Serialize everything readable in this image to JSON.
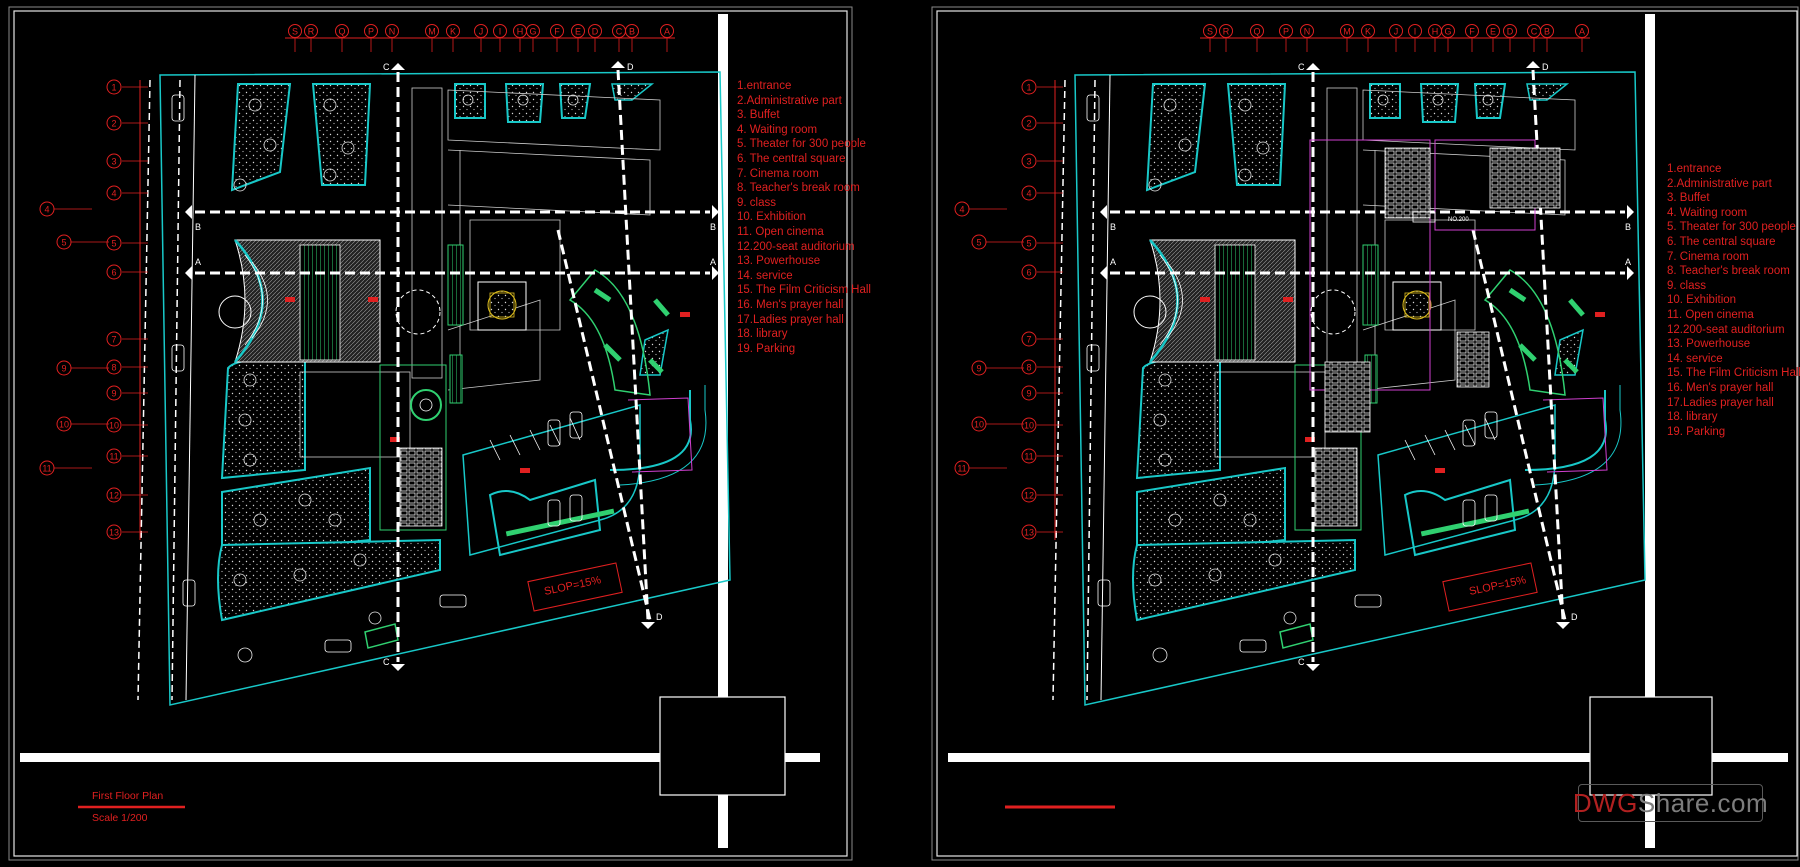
{
  "legend_items": [
    "1.entrance",
    "2.Administrative part",
    "3. Buffet",
    "4. Waiting room",
    "5. Theater for 300 people",
    "6. The central square",
    "7. Cinema room",
    "8. Teacher's break room",
    "9. class",
    "10. Exhibition",
    "11. Open cinema",
    "12.200-seat auditorium",
    "13. Powerhouse",
    "14. service",
    "15. The Film Criticism Hall",
    "16. Men's prayer hall",
    "17.Ladies prayer hall",
    "18. library",
    "19. Parking"
  ],
  "plans": [
    {
      "title": "First Floor Plan",
      "scale": "Scale 1/200"
    },
    {
      "title": "",
      "scale": ""
    }
  ],
  "column_grid_labels": [
    "S",
    "R",
    "Q",
    "P",
    "N",
    "M",
    "K",
    "J",
    "I",
    "H",
    "G",
    "F",
    "E",
    "D",
    "C",
    "B",
    "A"
  ],
  "row_grid_labels": [
    "1",
    "2",
    "3",
    "4",
    "5",
    "6",
    "7",
    "8",
    "9",
    "10",
    "11",
    "12",
    "13"
  ],
  "extra_row_labels": [
    "4",
    "5",
    "9",
    "10",
    "11"
  ],
  "section_markers": [
    "A",
    "B",
    "C",
    "D"
  ],
  "slope_label": "SLOP=15%",
  "room_tag": "NO.200",
  "watermark": {
    "part1": "DWG",
    "part2": "Share.com"
  },
  "colors": {
    "red": "#e02020",
    "cyan": "#18c8c8",
    "green": "#30d070",
    "white": "#ffffff",
    "magenta": "#d040d0",
    "yellow": "#e0c020"
  }
}
